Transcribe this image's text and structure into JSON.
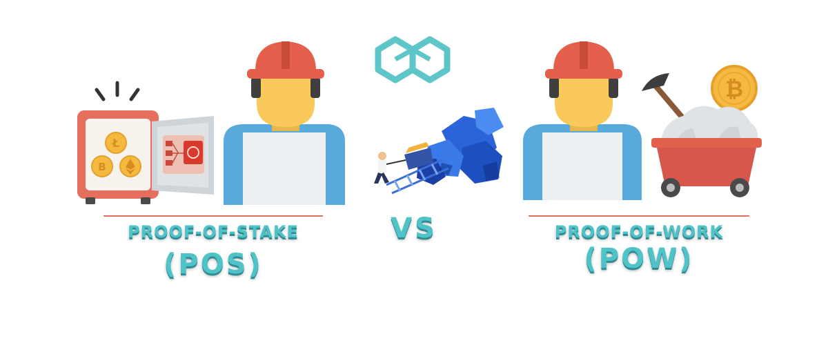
{
  "pos": {
    "label": "PROOF-OF-STAKE",
    "abbr": "(POS)"
  },
  "vs": {
    "label": "VS"
  },
  "pow": {
    "label": "PROOF-OF-WORK",
    "abbr": "(POW)"
  },
  "colors": {
    "teal": "#4fc3c7",
    "hat": "#e4604d",
    "skin": "#f9c95c",
    "hair": "#3f3f3f",
    "shirt": "#58aadc",
    "apron": "#eceff1",
    "safe": "#e56e5c",
    "coin": "#f5b940",
    "cart": "#e2614d",
    "divider": "#e56e5c"
  },
  "icons": [
    "logo-hexagons-icon",
    "safe-icon",
    "pickaxe-icon",
    "bitcoin-coin-icon",
    "mine-cart-icon"
  ]
}
